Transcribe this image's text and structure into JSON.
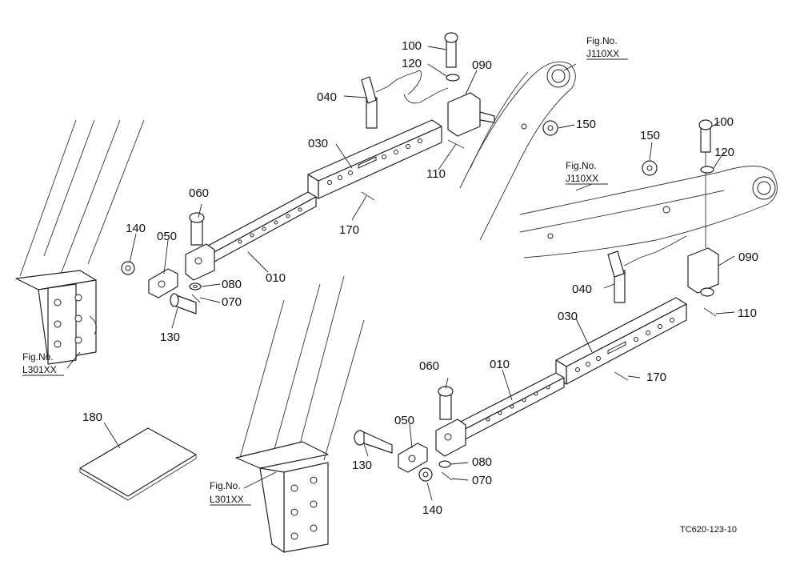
{
  "diagram": {
    "caption": "TC620-123-10",
    "references": [
      {
        "key": "j110-top",
        "line1": "Fig.No.",
        "line2": "J110XX"
      },
      {
        "key": "j110-right",
        "line1": "Fig.No.",
        "line2": "J110XX"
      },
      {
        "key": "l301-left",
        "line1": "Fig.No.",
        "line2": "L301XX"
      },
      {
        "key": "l301-bottom",
        "line1": "Fig.No.",
        "line2": "L301XX"
      }
    ],
    "labels": [
      {
        "key": "t100",
        "text": "100"
      },
      {
        "key": "t120",
        "text": "120"
      },
      {
        "key": "t090",
        "text": "090"
      },
      {
        "key": "t040",
        "text": "040"
      },
      {
        "key": "t150",
        "text": "150"
      },
      {
        "key": "t030",
        "text": "030"
      },
      {
        "key": "t110",
        "text": "110"
      },
      {
        "key": "t170",
        "text": "170"
      },
      {
        "key": "t060",
        "text": "060"
      },
      {
        "key": "t140",
        "text": "140"
      },
      {
        "key": "t050",
        "text": "050"
      },
      {
        "key": "t010",
        "text": "010"
      },
      {
        "key": "t080",
        "text": "080"
      },
      {
        "key": "t070",
        "text": "070"
      },
      {
        "key": "t130",
        "text": "130"
      },
      {
        "key": "t180",
        "text": "180"
      },
      {
        "key": "b100",
        "text": "100"
      },
      {
        "key": "b150",
        "text": "150"
      },
      {
        "key": "b120",
        "text": "120"
      },
      {
        "key": "b090",
        "text": "090"
      },
      {
        "key": "b040",
        "text": "040"
      },
      {
        "key": "b110",
        "text": "110"
      },
      {
        "key": "b030",
        "text": "030"
      },
      {
        "key": "b170",
        "text": "170"
      },
      {
        "key": "b060",
        "text": "060"
      },
      {
        "key": "b010",
        "text": "010"
      },
      {
        "key": "b050",
        "text": "050"
      },
      {
        "key": "b130",
        "text": "130"
      },
      {
        "key": "b080",
        "text": "080"
      },
      {
        "key": "b070",
        "text": "070"
      },
      {
        "key": "b140",
        "text": "140"
      }
    ]
  }
}
